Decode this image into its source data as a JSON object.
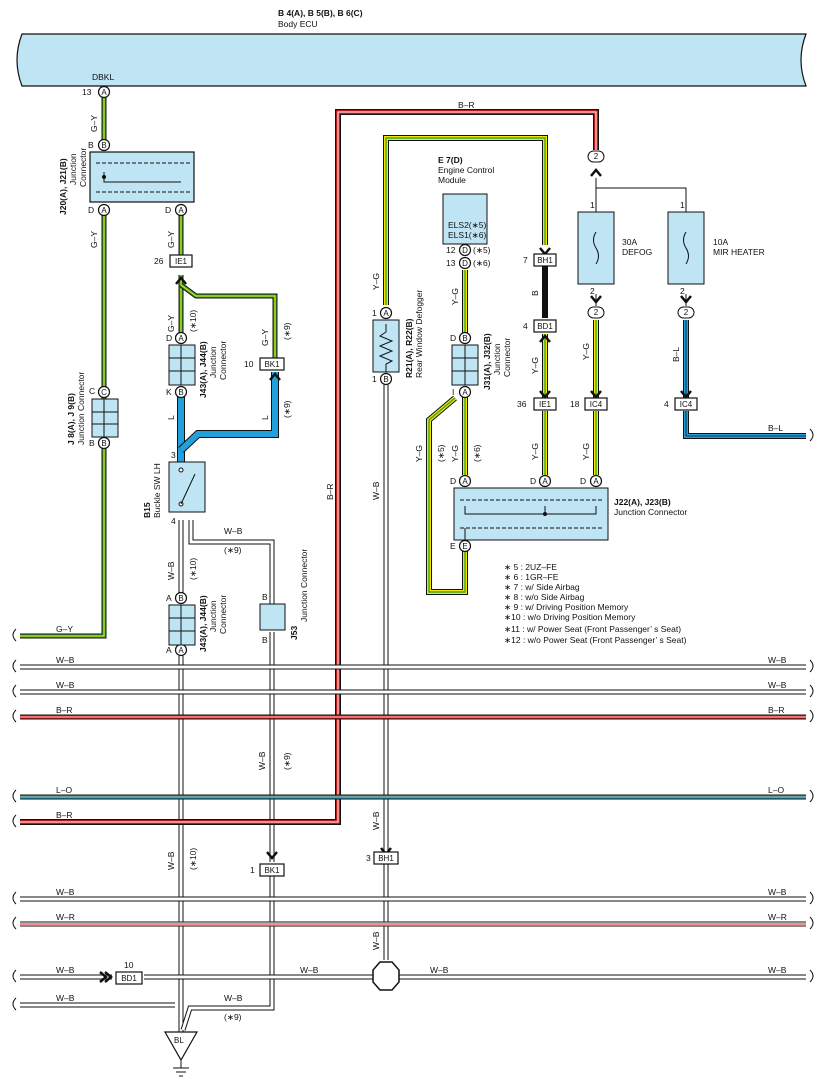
{
  "ecu": {
    "title": "B 4(A), B 5(B), B 6(C)",
    "name": "Body ECU",
    "pin_dbkl": "DBKL",
    "pin_13": "13",
    "pin_a": "A"
  },
  "j20": {
    "title": "J20(A), J21(B)",
    "sub1": "Junction",
    "sub2": "Connector",
    "b": "B",
    "d": "D",
    "a": "A"
  },
  "j8": {
    "title": "J 8(A), J 9(B)",
    "sub": "Junction Connector",
    "c": "C",
    "b": "B"
  },
  "j43a": {
    "title": "J43(A), J44(B)",
    "sub1": "Junction",
    "sub2": "Connector",
    "d": "D",
    "a": "A",
    "k": "K",
    "b": "B"
  },
  "j43b": {
    "title": "J43(A), J44(B)",
    "sub1": "Junction",
    "sub2": "Connector",
    "a": "A",
    "b": "B"
  },
  "j53": {
    "title": "J53",
    "sub": "Junction Connector",
    "b": "B"
  },
  "b15": {
    "title": "B15",
    "sub": "Buckle SW LH",
    "pin3": "3",
    "pin4": "4"
  },
  "e7": {
    "title": "E 7(D)",
    "sub1": "Engine Control",
    "sub2": "Module",
    "els2": "ELS2(∗5)",
    "els1": "ELS1(∗6)",
    "p12": "12",
    "p13": "13",
    "d": "D",
    "n5": "(∗5)",
    "n6": "(∗6)"
  },
  "r21": {
    "title": "R21(A), R22(B)",
    "sub": "Rear Window Defogger",
    "p1": "1",
    "a": "A",
    "b": "B"
  },
  "j31": {
    "title": "J31(A), J32(B)",
    "sub1": "Junction",
    "sub2": "Connector",
    "d": "D",
    "b": "B",
    "i": "I",
    "a": "A"
  },
  "j22": {
    "title": "J22(A), J23(B)",
    "sub": "Junction Connector",
    "d": "D",
    "a": "A",
    "e": "E"
  },
  "fuse30": {
    "amp": "30A",
    "name": "DEFOG",
    "p1": "1",
    "p2": "2"
  },
  "fuse10": {
    "amp": "10A",
    "name": "MIR HEATER",
    "p1": "1",
    "p2": "2"
  },
  "connectors": {
    "ie1": "IE1",
    "bk1": "BK1",
    "bh1": "BH1",
    "bd1": "BD1",
    "ic4": "IC4",
    "n26": "26",
    "n10": "10",
    "n7": "7",
    "n4": "4",
    "n36": "36",
    "n18": "18",
    "n3": "3",
    "n1": "1",
    "n2": "2",
    "bl": "BL"
  },
  "wires": {
    "gy": "G–Y",
    "l": "L",
    "wb": "W–B",
    "br": "B–R",
    "yg": "Y–G",
    "b": "B",
    "bl": "B–L",
    "lo": "L–O",
    "wr": "W–R",
    "n10": "(∗10)",
    "n9": "(∗9)",
    "n5": "(∗5)",
    "n6": "(∗6)"
  },
  "notes": [
    "∗ 5 : 2UZ–FE",
    "∗ 6 : 1GR–FE",
    "∗ 7 : w/ Side Airbag",
    "∗ 8 : w/o Side Airbag",
    "∗ 9 : w/ Driving Position Memory",
    "∗10 : w/o Driving Position Memory",
    "∗11 : w/ Power Seat (Front Passenger’ s Seat)",
    "∗12 : w/o Power Seat (Front Passenger’ s Seat)"
  ],
  "colors": {
    "green": "#3aa535",
    "yellow": "#f3e600",
    "blue": "#22a0dc",
    "red": "#e02020",
    "box": "#bfe4f4"
  }
}
